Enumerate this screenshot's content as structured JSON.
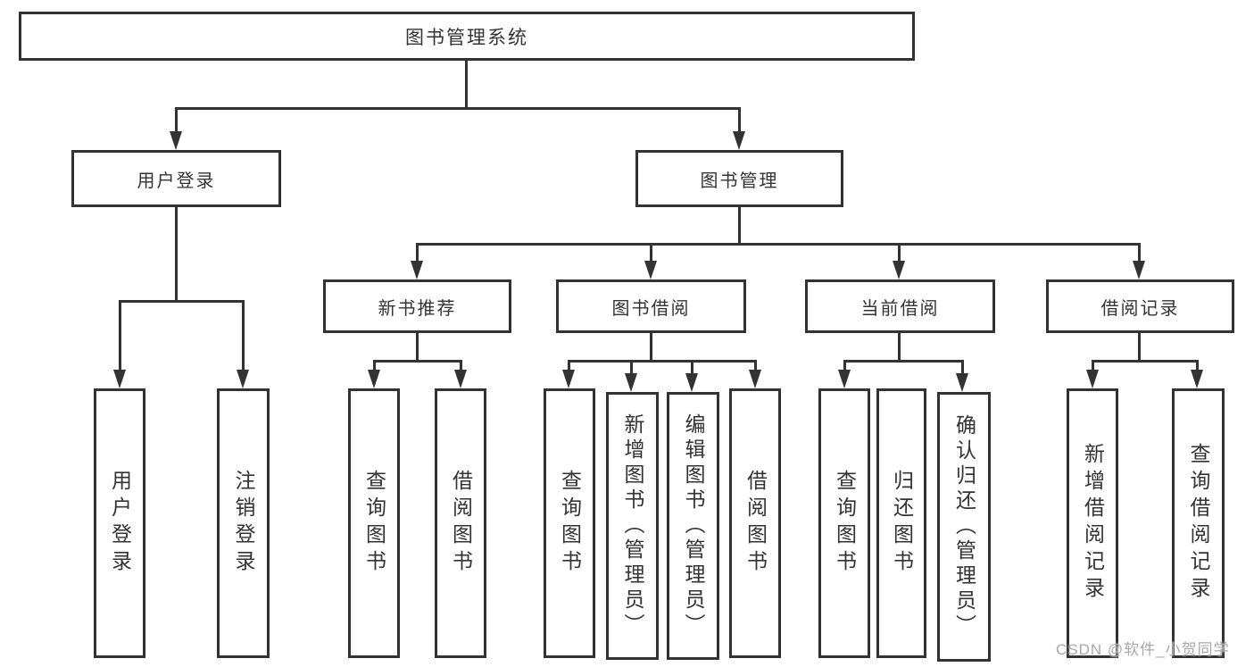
{
  "nodes": {
    "root": {
      "label": "图书管理系统"
    },
    "user_login": {
      "label": "用户登录"
    },
    "book_mgmt": {
      "label": "图书管理"
    },
    "new_books": {
      "label": "新书推荐"
    },
    "book_borrow": {
      "label": "图书借阅"
    },
    "current_borrow": {
      "label": "当前借阅"
    },
    "borrow_records": {
      "label": "借阅记录"
    }
  },
  "leaves": {
    "user_login": [
      "用户登录",
      "注销登录"
    ],
    "new_books": [
      "查询图书",
      "借阅图书"
    ],
    "book_borrow": [
      "查询图书",
      "新增图书（管理员）",
      "编辑图书（管理员）",
      "借阅图书"
    ],
    "current_borrow": [
      "查询图书",
      "归还图书",
      "确认归还（管理员）"
    ],
    "borrow_records": [
      "新增借阅记录",
      "查询借阅记录"
    ]
  },
  "watermark": {
    "text": "CSDN @软件_小贺同学"
  },
  "colors": {
    "line": "#333333",
    "text": "#333333",
    "background": "#ffffff",
    "watermark": "#a8a8a8"
  }
}
